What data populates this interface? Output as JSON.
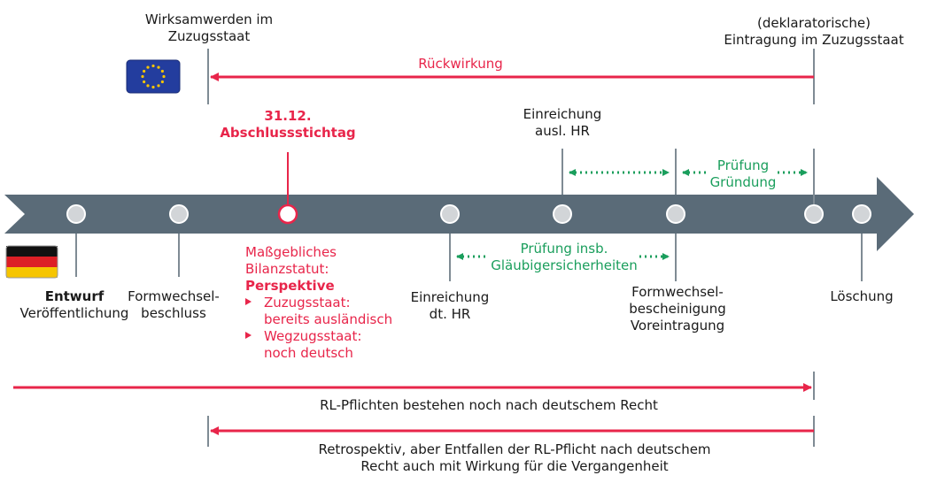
{
  "top": {
    "wirksam": [
      "Wirksamwerden im",
      "Zuzugsstaat"
    ],
    "eintragung": [
      "(deklaratorische)",
      "Eintragung im Zuzugsstaat"
    ],
    "rueckwirkung": "Rückwirkung"
  },
  "stichtag": [
    "31.12.",
    "Abschlussstichtag"
  ],
  "einreichung_ausl": [
    "Einreichung",
    "ausl. HR"
  ],
  "pruefung_gruendung": [
    "Prüfung",
    "Gründung"
  ],
  "pruefung_glaeubiger": [
    "Prüfung insb.",
    "Gläubigersicherheiten"
  ],
  "bottom_labels": {
    "entwurf": [
      "Entwurf",
      "Veröffentlichung"
    ],
    "formwechselbeschluss": [
      "Formwechsel-",
      "beschluss"
    ],
    "einreichung_dt": [
      "Einreichung",
      "dt. HR"
    ],
    "bescheinigung": [
      "Formwechsel-",
      "bescheinigung",
      "Voreintragung"
    ],
    "loeschung": "Löschung"
  },
  "bilanz": {
    "lines": [
      "Maßgebliches",
      "Bilanzstatut:"
    ],
    "perspektive": "Perspektive",
    "bullets": [
      [
        "Zuzugsstaat:",
        "bereits ausländisch"
      ],
      [
        "Wegzugsstaat:",
        "noch deutsch"
      ]
    ]
  },
  "rl_pflichten": "RL-Pflichten bestehen noch nach deutschem Recht",
  "retrospektiv": [
    "Retrospektiv, aber Entfallen der RL-Pflicht nach deutschem",
    "Recht auch mit Wirkung für die Vergangenheit"
  ],
  "colors": {
    "accent_red": "#e8254a",
    "accent_green": "#1a9e5c",
    "timeline": "#5a6b78",
    "eu_blue": "#233d9e",
    "eu_star": "#f5c400"
  },
  "icons": [
    "eu-flag-icon",
    "germany-flag-icon"
  ]
}
